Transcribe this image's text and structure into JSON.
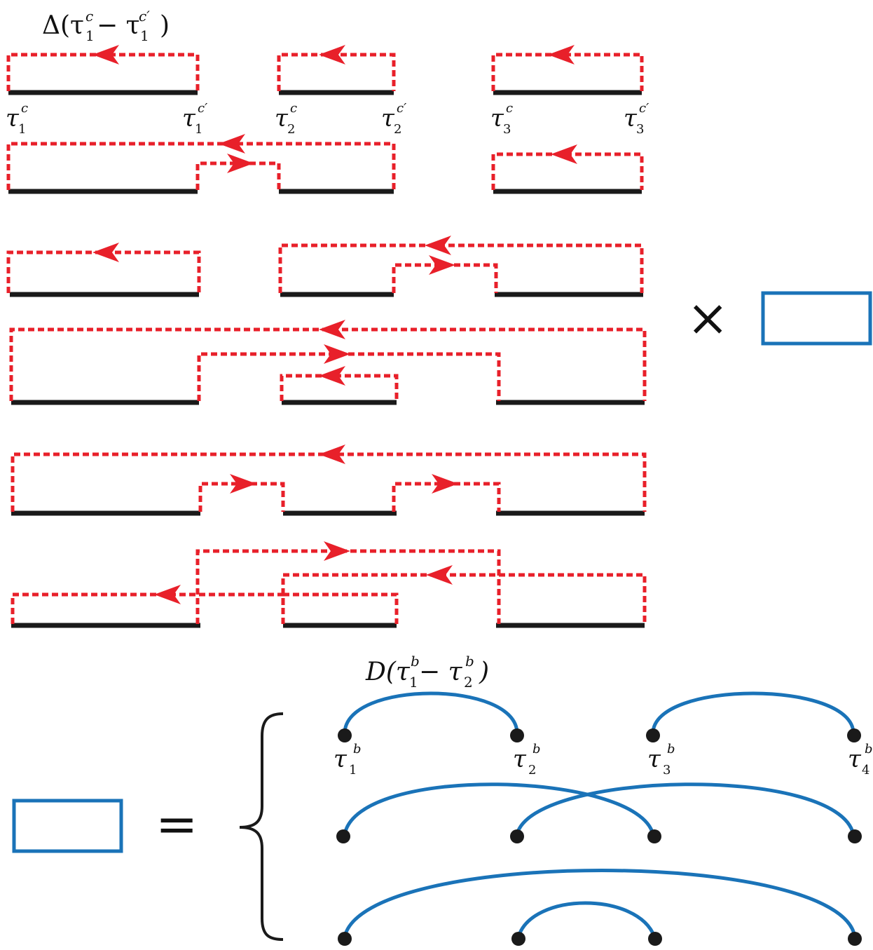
{
  "colors": {
    "conduction_segment": "#1a1a1a",
    "hybridization_line": "#e8202a",
    "boson_arc": "#1a73b8",
    "box": "#1a73b8"
  },
  "labels": {
    "delta_top": {
      "pre": "Δ(τ",
      "sup1": "c",
      "sub1": "1",
      "mid": " − τ",
      "sup2": "c′",
      "sub2": "1",
      "post": ")"
    },
    "d_top": {
      "pre": "D(τ",
      "sup1": "b",
      "sub1": "1",
      "mid": " − τ",
      "sup2": "b",
      "sub2": "2",
      "post": ")"
    },
    "tau_c": [
      {
        "base": "τ",
        "sup": "c",
        "sub": "1"
      },
      {
        "base": "τ",
        "sup": "c′",
        "sub": "1"
      },
      {
        "base": "τ",
        "sup": "c",
        "sub": "2"
      },
      {
        "base": "τ",
        "sup": "c′",
        "sub": "2"
      },
      {
        "base": "τ",
        "sup": "c",
        "sub": "3"
      },
      {
        "base": "τ",
        "sup": "c′",
        "sub": "3"
      }
    ],
    "tau_b": [
      {
        "base": "τ",
        "sup": "b",
        "sub": "1"
      },
      {
        "base": "τ",
        "sup": "b",
        "sub": "2"
      },
      {
        "base": "τ",
        "sup": "b",
        "sub": "3"
      },
      {
        "base": "τ",
        "sup": "b",
        "sub": "4"
      }
    ],
    "times_symbol": "×",
    "equals_symbol": "="
  }
}
